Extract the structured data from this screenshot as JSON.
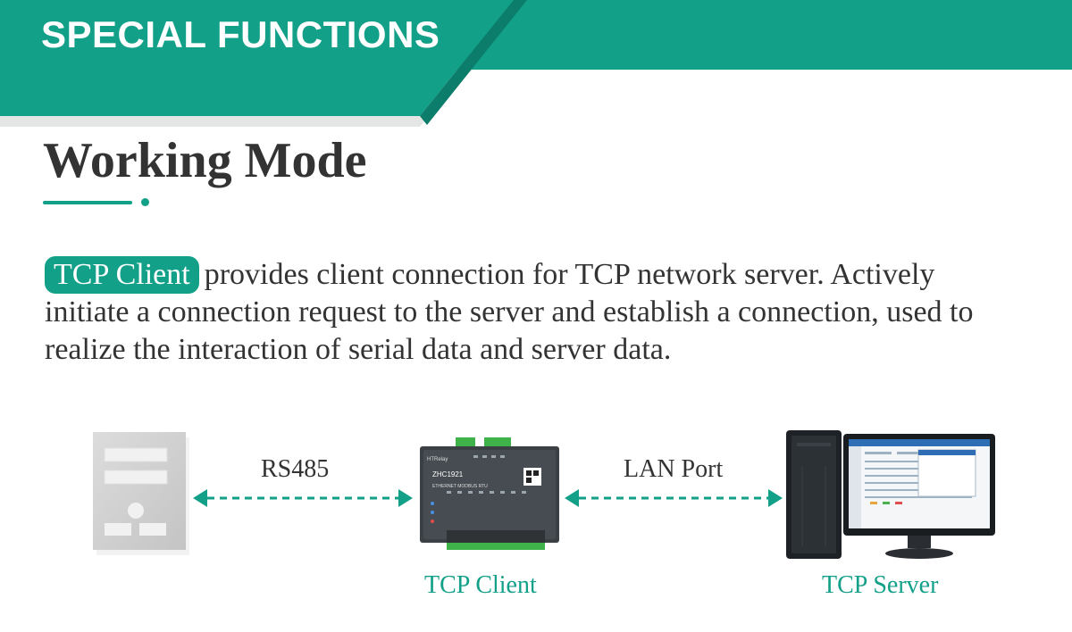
{
  "banner": {
    "title": "SPECIAL FUNCTIONS",
    "color": "#13a089"
  },
  "section": {
    "title": "Working Mode"
  },
  "description": {
    "badge": "TCP Client",
    "text": "provides client connection for TCP network server. Actively initiate a connection request to the server and establish a connection, used to realize the interaction of serial data and server data."
  },
  "diagram": {
    "left_link_label": "RS485",
    "right_link_label": "LAN Port",
    "client_label": "TCP Client",
    "server_label": "TCP Server",
    "device": {
      "brand": "HTRelay",
      "model": "ZHC1921",
      "subtitle": "ETHERNET  MODBUS RTU"
    },
    "icons": [
      "serial-device-panel-icon",
      "io-module-icon",
      "desktop-computer-icon"
    ]
  }
}
